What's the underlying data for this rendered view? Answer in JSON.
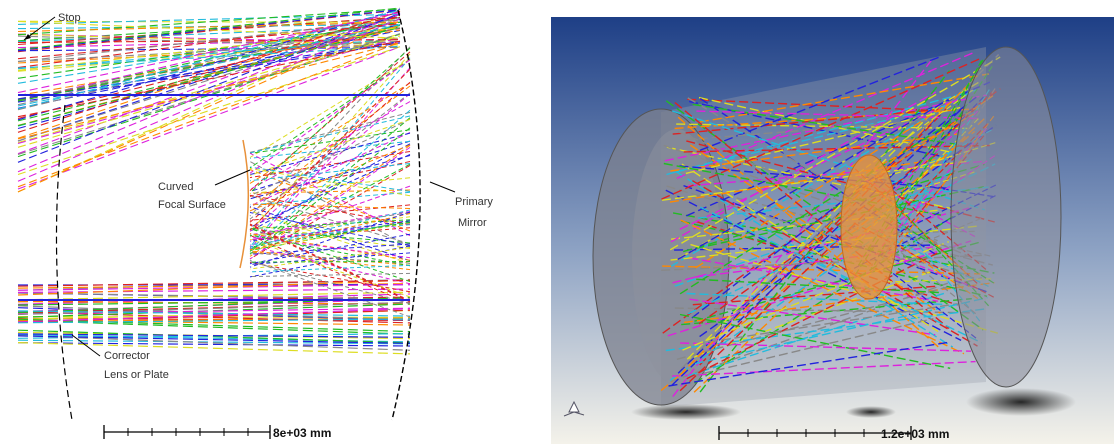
{
  "left": {
    "labels": {
      "stop": "Stop",
      "focal_line1": "Curved",
      "focal_line2": "Focal Surface",
      "primary_line1": "Primary",
      "primary_line2": "Mirror",
      "corrector_line1": "Corrector",
      "corrector_line2": "Lens or Plate"
    },
    "scale_label": "8e+03 mm"
  },
  "right": {
    "scale_label": "1.2e+03 mm"
  },
  "ray_colors": [
    "#2222dd",
    "#22bb22",
    "#dd2222",
    "#dd22dd",
    "#22bbdd",
    "#dddd22",
    "#ff8800",
    "#888888"
  ],
  "colors": {
    "sky_top": "#1e3f86",
    "sky_bottom": "#f4f2ea",
    "focal_orange": "#e8913a",
    "lens_gray": "#8a8d99"
  }
}
